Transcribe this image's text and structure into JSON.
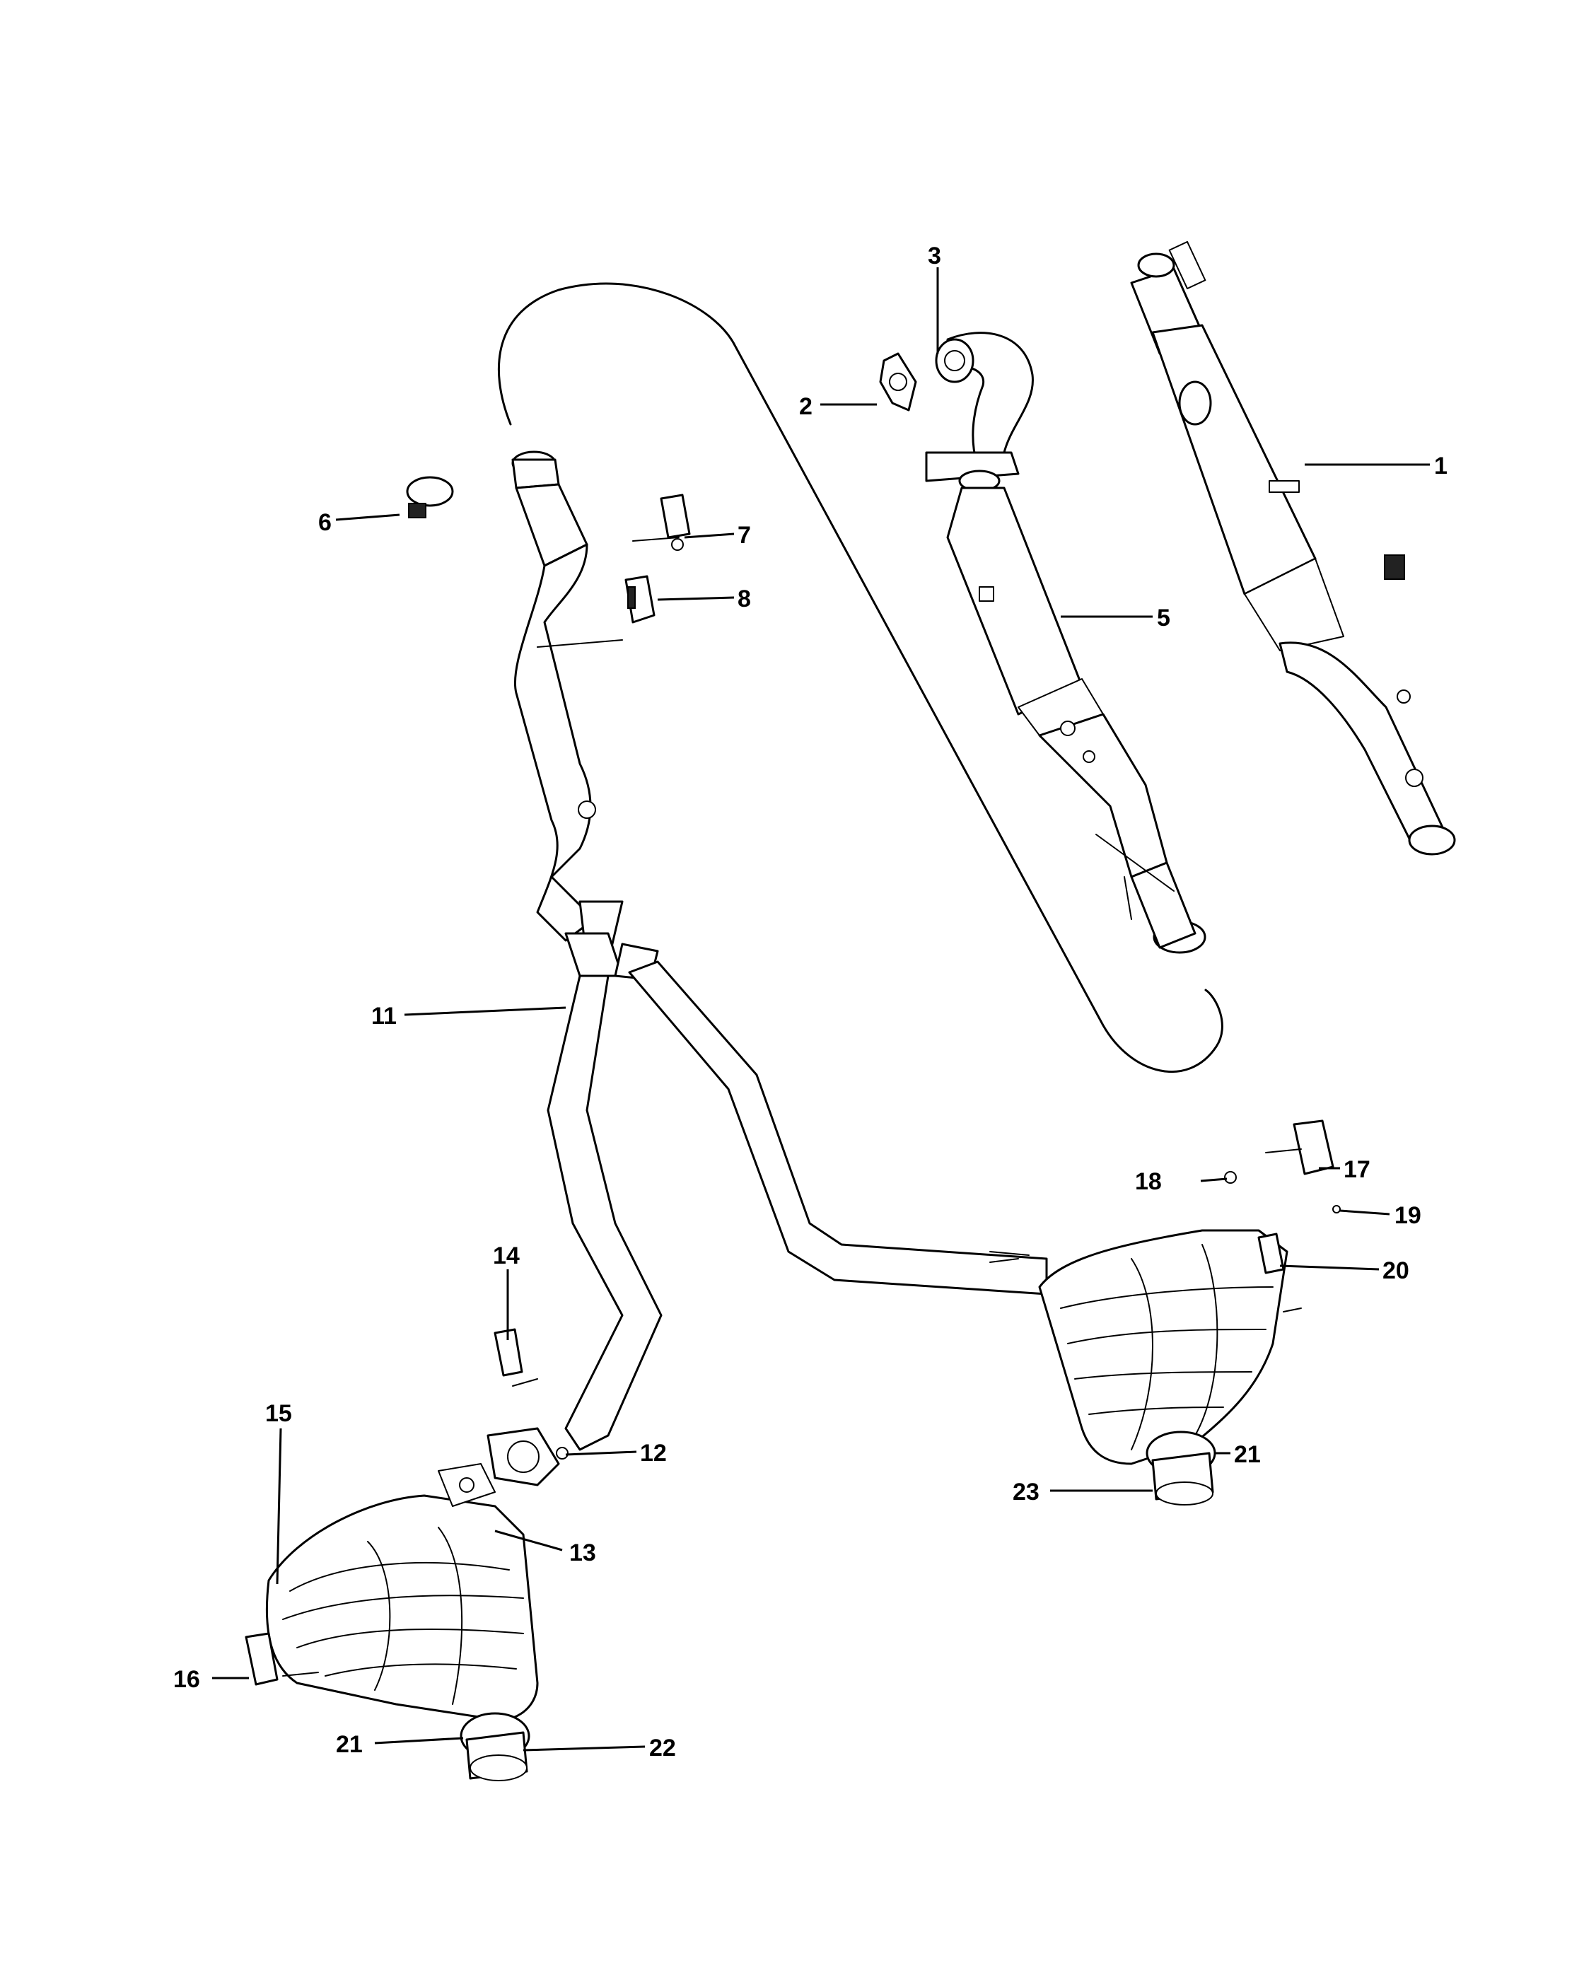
{
  "callouts": [
    {
      "id": "c1",
      "label": "1"
    },
    {
      "id": "c2",
      "label": "2"
    },
    {
      "id": "c3",
      "label": "3"
    },
    {
      "id": "c5",
      "label": "5"
    },
    {
      "id": "c6",
      "label": "6"
    },
    {
      "id": "c7",
      "label": "7"
    },
    {
      "id": "c8",
      "label": "8"
    },
    {
      "id": "c11",
      "label": "11"
    },
    {
      "id": "c12",
      "label": "12"
    },
    {
      "id": "c13",
      "label": "13"
    },
    {
      "id": "c14",
      "label": "14"
    },
    {
      "id": "c15",
      "label": "15"
    },
    {
      "id": "c16",
      "label": "16"
    },
    {
      "id": "c17",
      "label": "17"
    },
    {
      "id": "c18",
      "label": "18"
    },
    {
      "id": "c19",
      "label": "19"
    },
    {
      "id": "c20",
      "label": "20"
    },
    {
      "id": "c21a",
      "label": "21"
    },
    {
      "id": "c21b",
      "label": "21"
    },
    {
      "id": "c22",
      "label": "22"
    },
    {
      "id": "c23",
      "label": "23"
    }
  ]
}
